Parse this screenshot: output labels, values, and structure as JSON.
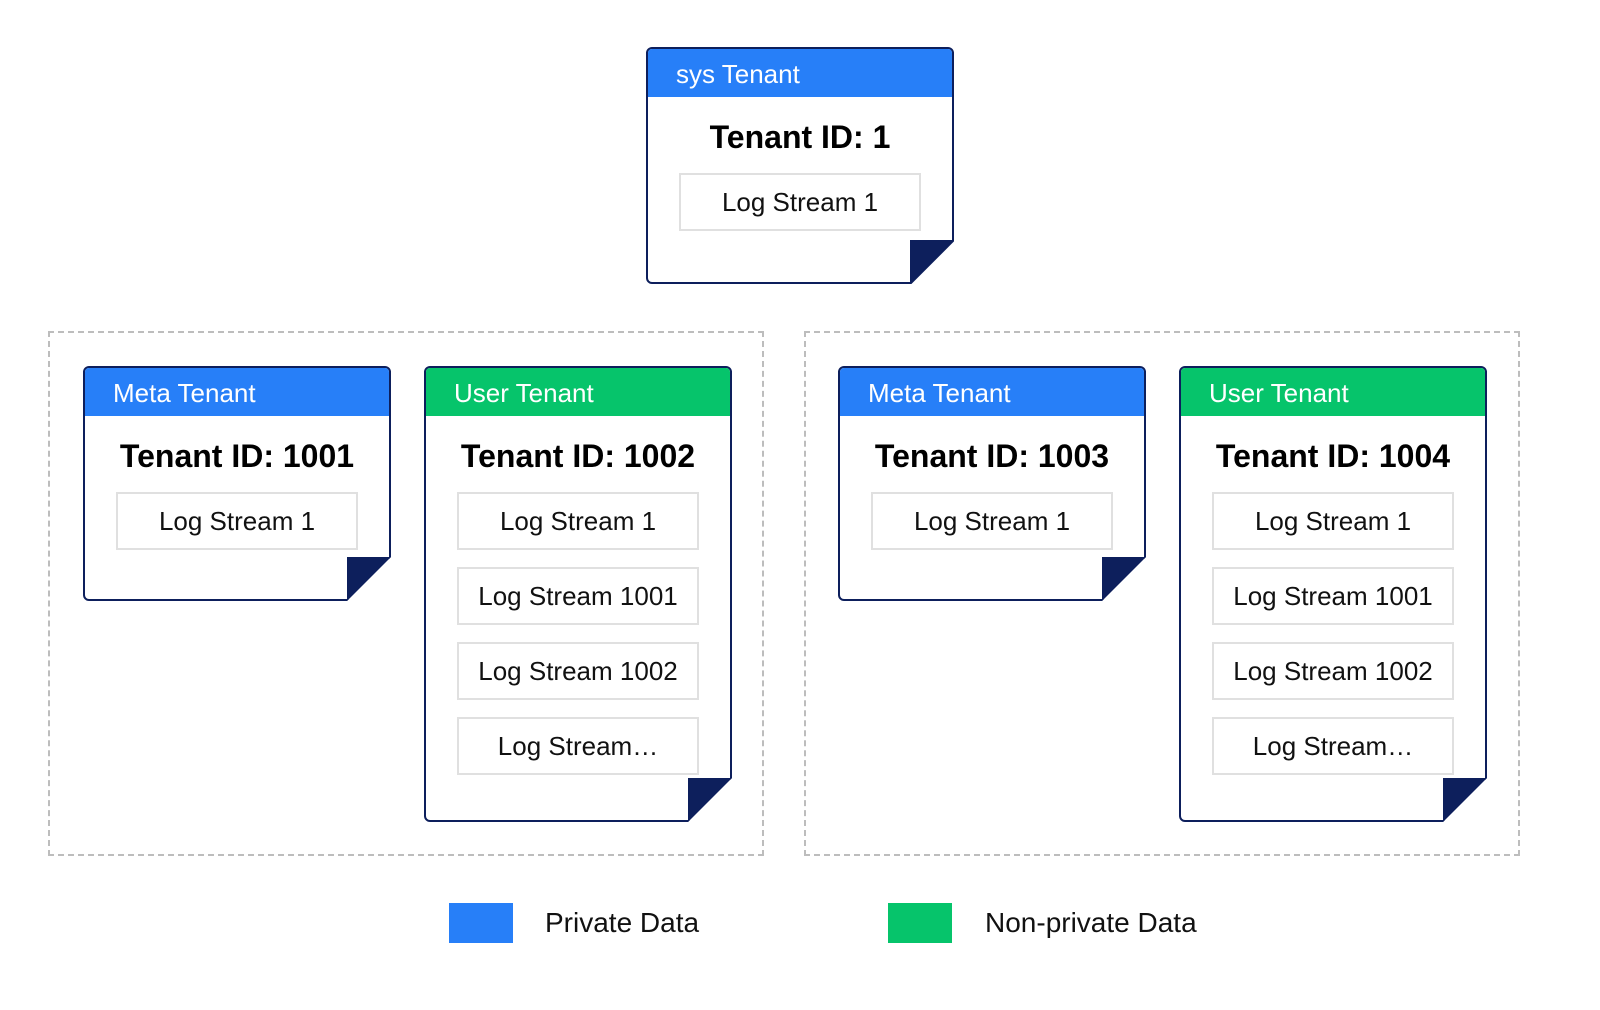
{
  "colors": {
    "private": "#277ff8",
    "non_private": "#06c46b",
    "border": "#0d1f5c"
  },
  "sys": {
    "header": "sys Tenant",
    "tenant_id": "Tenant ID: 1",
    "streams": [
      "Log Stream 1"
    ]
  },
  "group1": {
    "meta": {
      "header": "Meta Tenant",
      "tenant_id": "Tenant ID: 1001",
      "streams": [
        "Log Stream 1"
      ]
    },
    "user": {
      "header": "User Tenant",
      "tenant_id": "Tenant ID: 1002",
      "streams": [
        "Log Stream 1",
        "Log Stream 1001",
        "Log Stream 1002",
        "Log Stream…"
      ]
    }
  },
  "group2": {
    "meta": {
      "header": "Meta Tenant",
      "tenant_id": "Tenant ID: 1003",
      "streams": [
        "Log Stream 1"
      ]
    },
    "user": {
      "header": "User Tenant",
      "tenant_id": "Tenant ID: 1004",
      "streams": [
        "Log Stream 1",
        "Log Stream 1001",
        "Log Stream 1002",
        "Log Stream…"
      ]
    }
  },
  "legend": {
    "private_label": "Private Data",
    "non_private_label": "Non-private Data"
  }
}
